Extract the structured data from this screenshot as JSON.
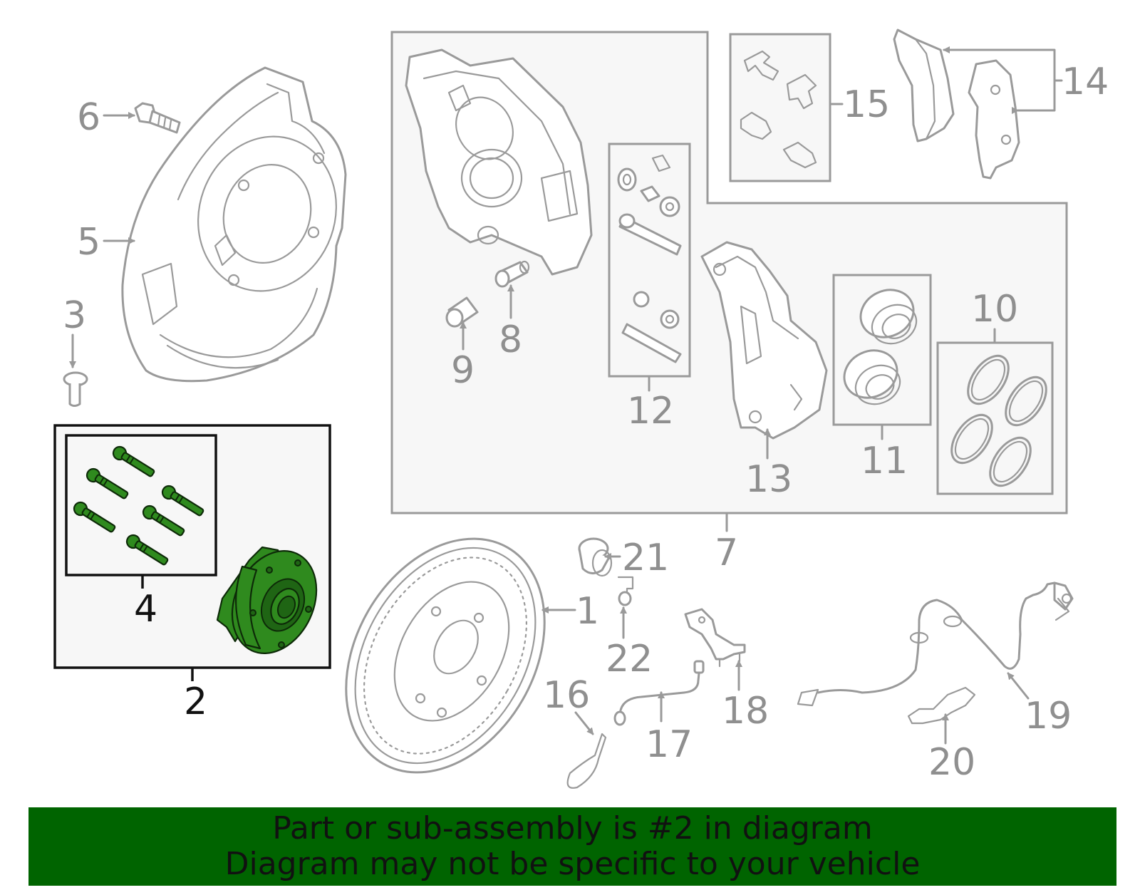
{
  "colors": {
    "highlight": "#2f8a1e",
    "banner": "#006400",
    "line": "#9a9a9a"
  },
  "labels": {
    "p1": "1",
    "p2": "2",
    "p3": "3",
    "p4": "4",
    "p5": "5",
    "p6": "6",
    "p7": "7",
    "p8": "8",
    "p9": "9",
    "p10": "10",
    "p11": "11",
    "p12": "12",
    "p13": "13",
    "p14": "14",
    "p15": "15",
    "p16": "16",
    "p17": "17",
    "p18": "18",
    "p19": "19",
    "p20": "20",
    "p21": "21",
    "p22": "22"
  },
  "banner": {
    "line1": "Part or sub-assembly is #2 in diagram",
    "line2": "Diagram may not be specific to your vehicle"
  }
}
